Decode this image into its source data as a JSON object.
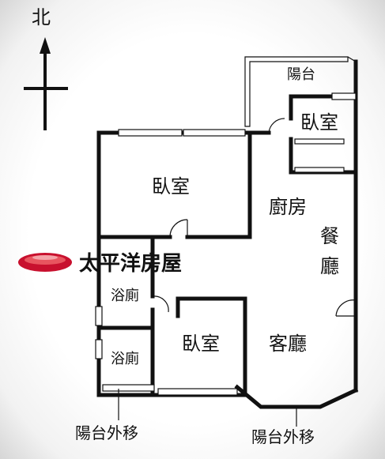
{
  "compass": {
    "north_label": "北"
  },
  "rooms": {
    "balcony_top": "陽台",
    "bedroom_ne": "臥室",
    "bedroom_nw": "臥室",
    "kitchen": "廚房",
    "dining_1": "餐",
    "dining_2": "廳",
    "bath_1": "浴廁",
    "bath_2": "浴廁",
    "bedroom_s": "臥室",
    "living": "客廳"
  },
  "notes": {
    "balcony_left": "陽台外移",
    "balcony_right": "陽台外移"
  },
  "brand": {
    "name": "太平洋房屋",
    "accent": "#c8102e"
  }
}
